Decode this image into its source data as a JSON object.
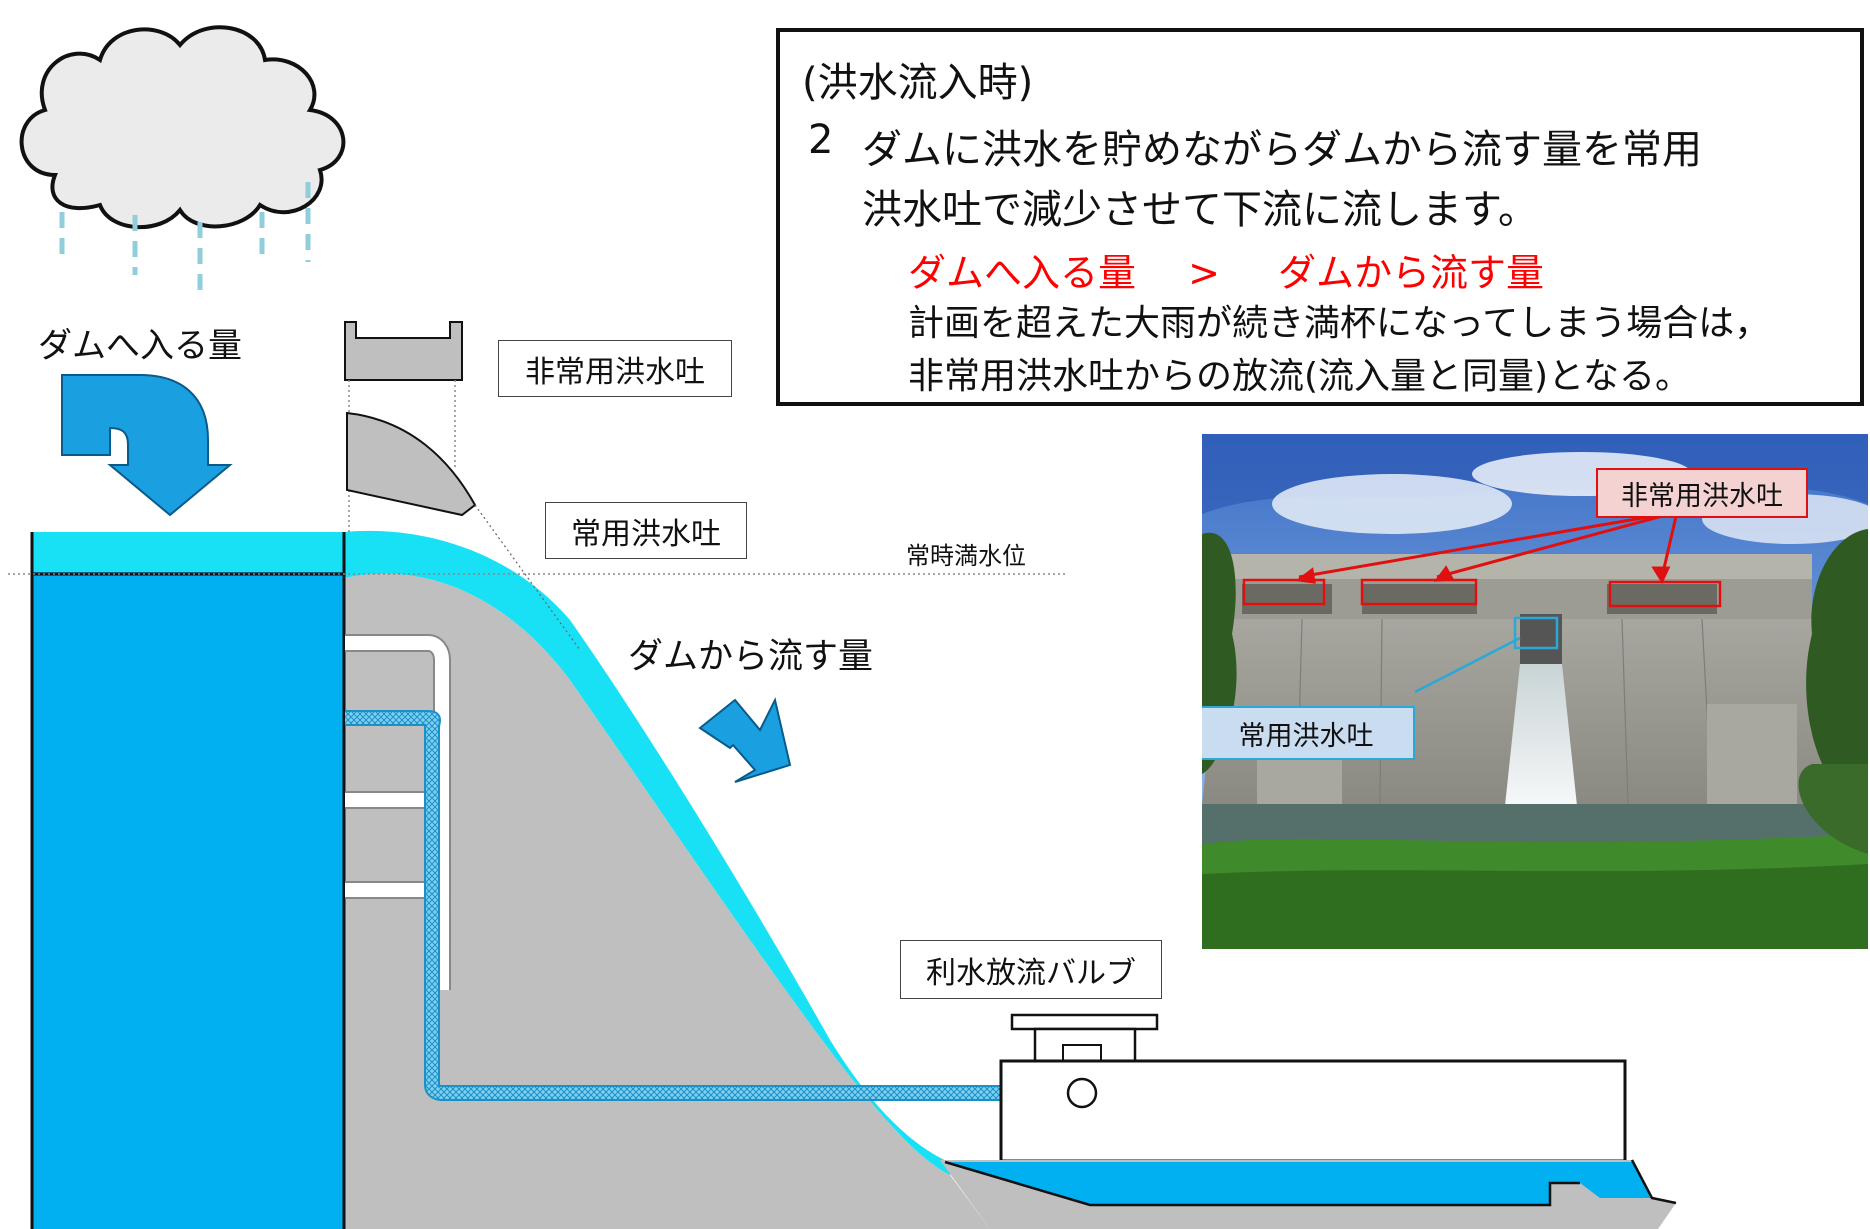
{
  "info_box": {
    "heading": "(洪水流入時)",
    "step_number": "2",
    "step_line1": "ダムに洪水を貯めながらダムから流す量を常用",
    "step_line2": "洪水吐で減少させて下流に流します。",
    "comparison_left": "ダムへ入る量",
    "comparison_symbol": ">",
    "comparison_right": "ダムから流す量",
    "note_line1": "計画を超えた大雨が続き満杯になってしまう場合は，",
    "note_line2": "非常用洪水吐からの放流(流入量と同量)となる。",
    "comparison_color": "#ff0000"
  },
  "diagram": {
    "inflow_label": "ダムへ入る量",
    "outflow_label": "ダムから流す量",
    "emergency_spillway_label": "非常用洪水吐",
    "normal_spillway_label": "常用洪水吐",
    "normal_water_level_label": "常時満水位",
    "valve_label": "利水放流バルブ",
    "water_color": "#00b0f0",
    "water_surface_color": "#19e1f5",
    "dam_color": "#bfbfbf",
    "rain_color": "#92cddc"
  },
  "photo": {
    "emergency_spillway_label": "非常用洪水吐",
    "normal_spillway_label": "常用洪水吐",
    "emergency_marker_color": "#e01010",
    "normal_marker_color": "#2aa8d8"
  }
}
